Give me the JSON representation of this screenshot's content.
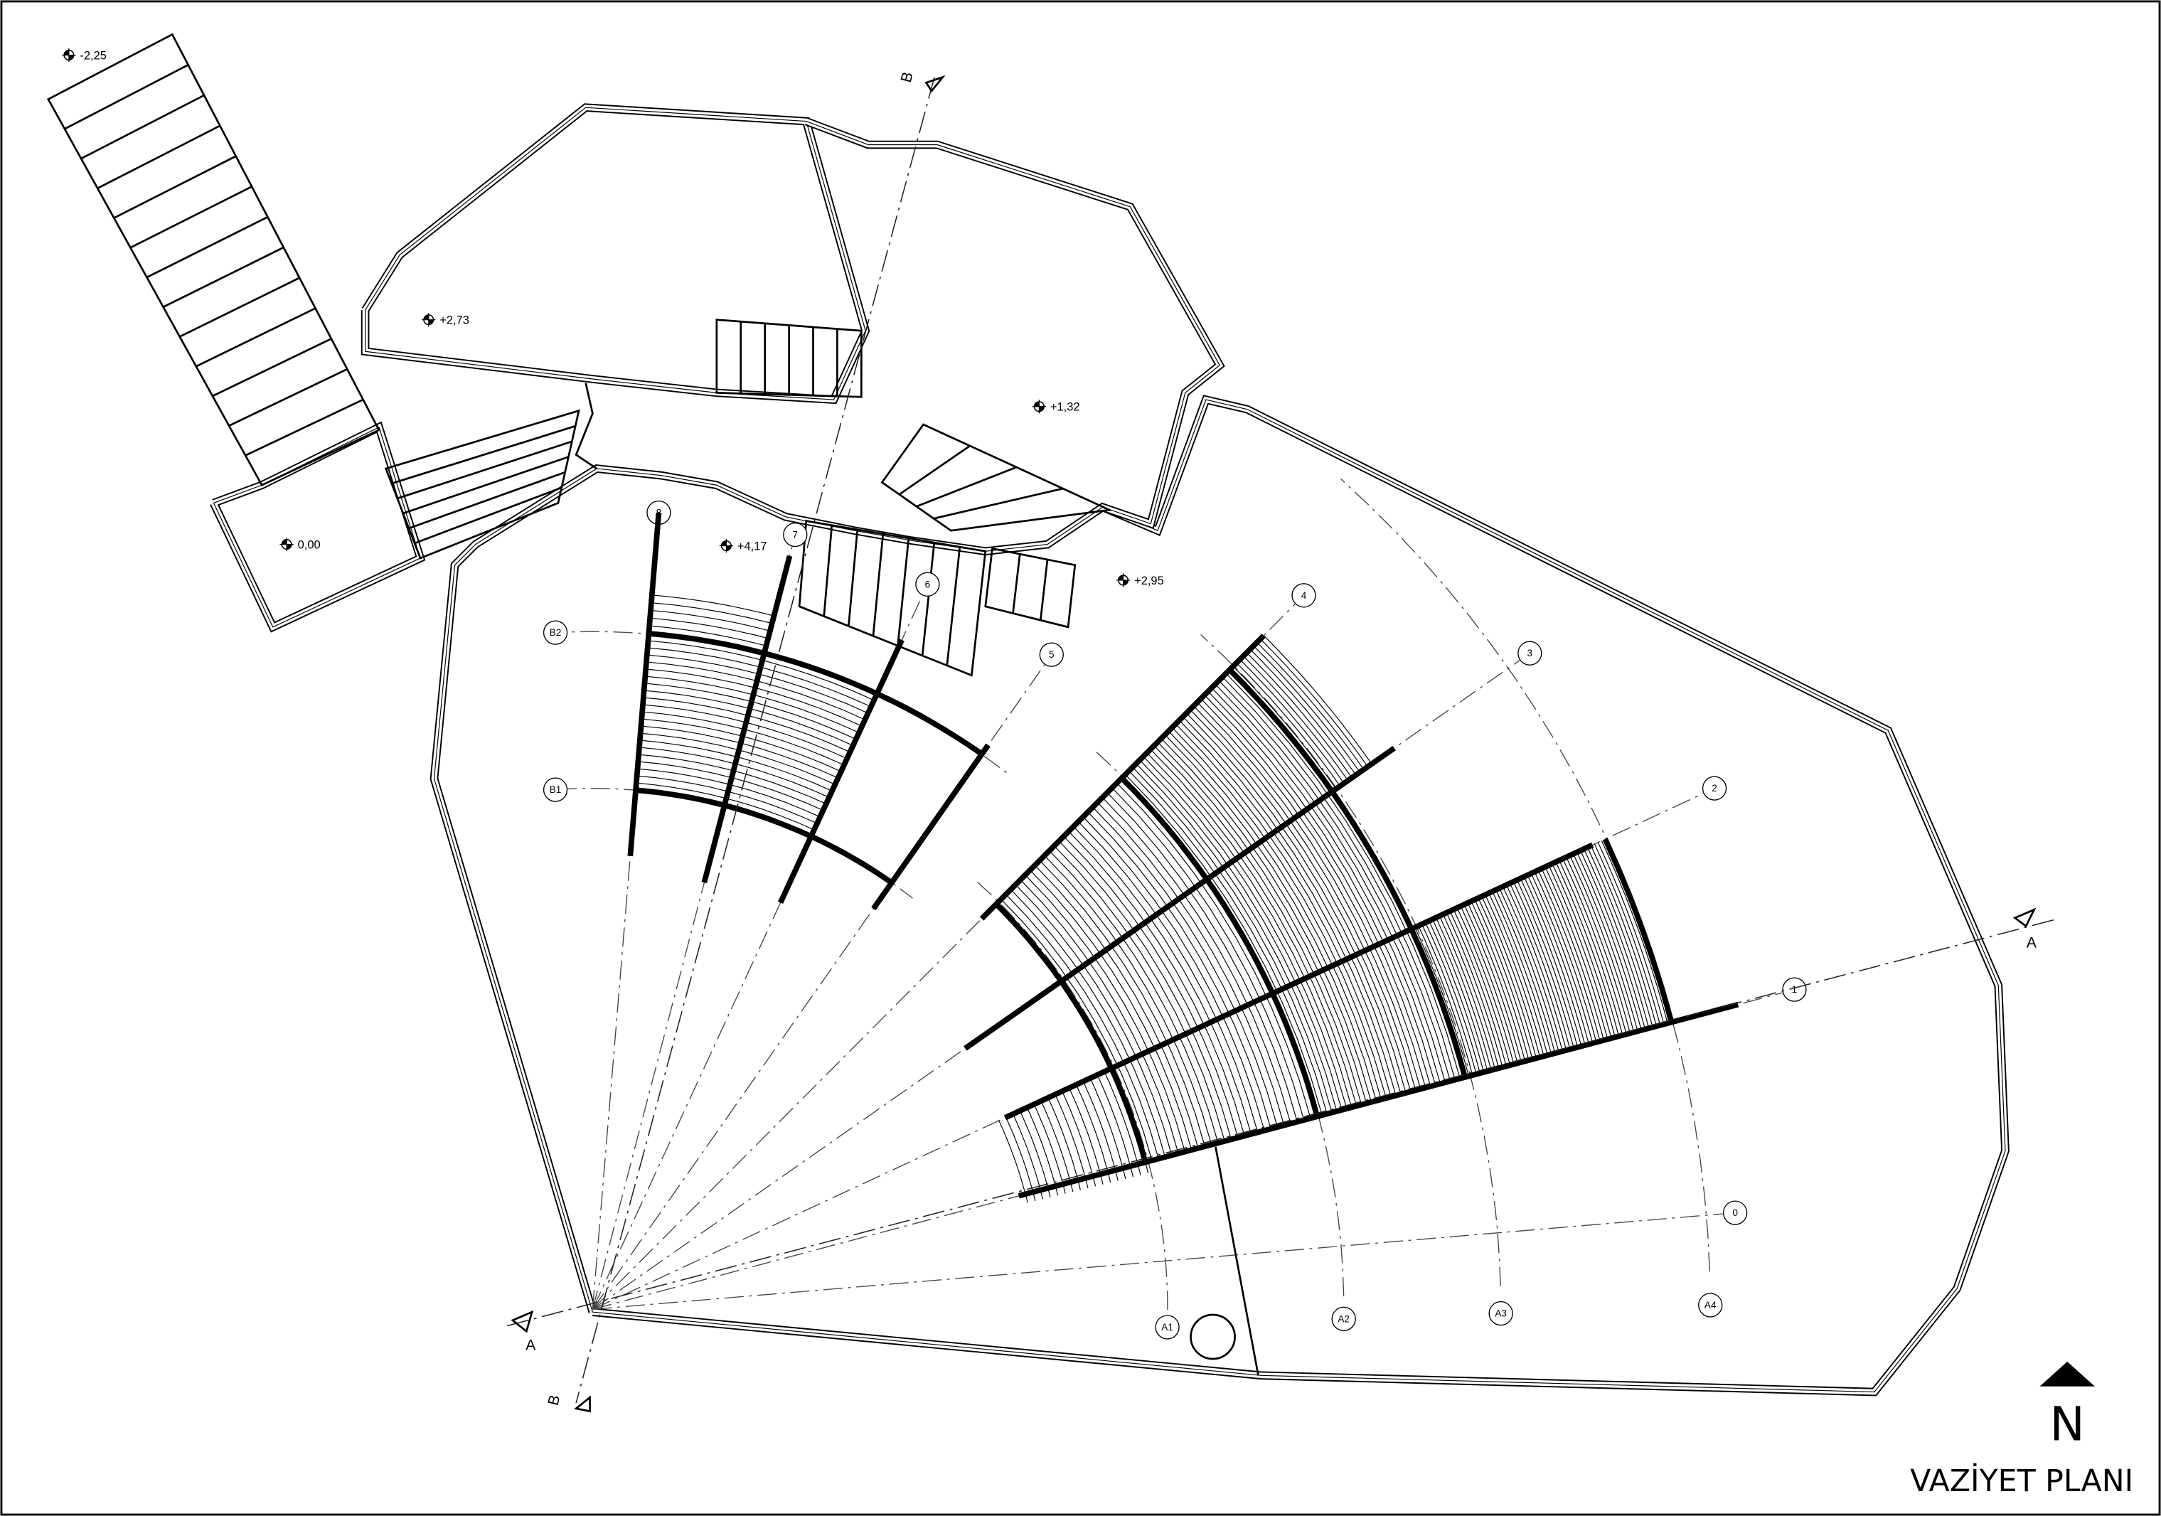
{
  "title": "VAZİYET PLANI",
  "north": {
    "label": "N",
    "icon": "north-arrow-icon"
  },
  "elevations": [
    "-2,25",
    "+2,73",
    "0,00",
    "+4,17",
    "+1,32",
    "+2,95"
  ],
  "radial_axes": [
    "0",
    "1",
    "2",
    "3",
    "4",
    "5",
    "6",
    "7",
    "8"
  ],
  "arc_axes": {
    "A": [
      "A1",
      "A2",
      "A3",
      "A4"
    ],
    "B": [
      "B1",
      "B2"
    ]
  },
  "sections": {
    "horizontal": "A",
    "vertical": "B"
  },
  "colors": {
    "ink": "#000000",
    "paper": "#ffffff"
  }
}
